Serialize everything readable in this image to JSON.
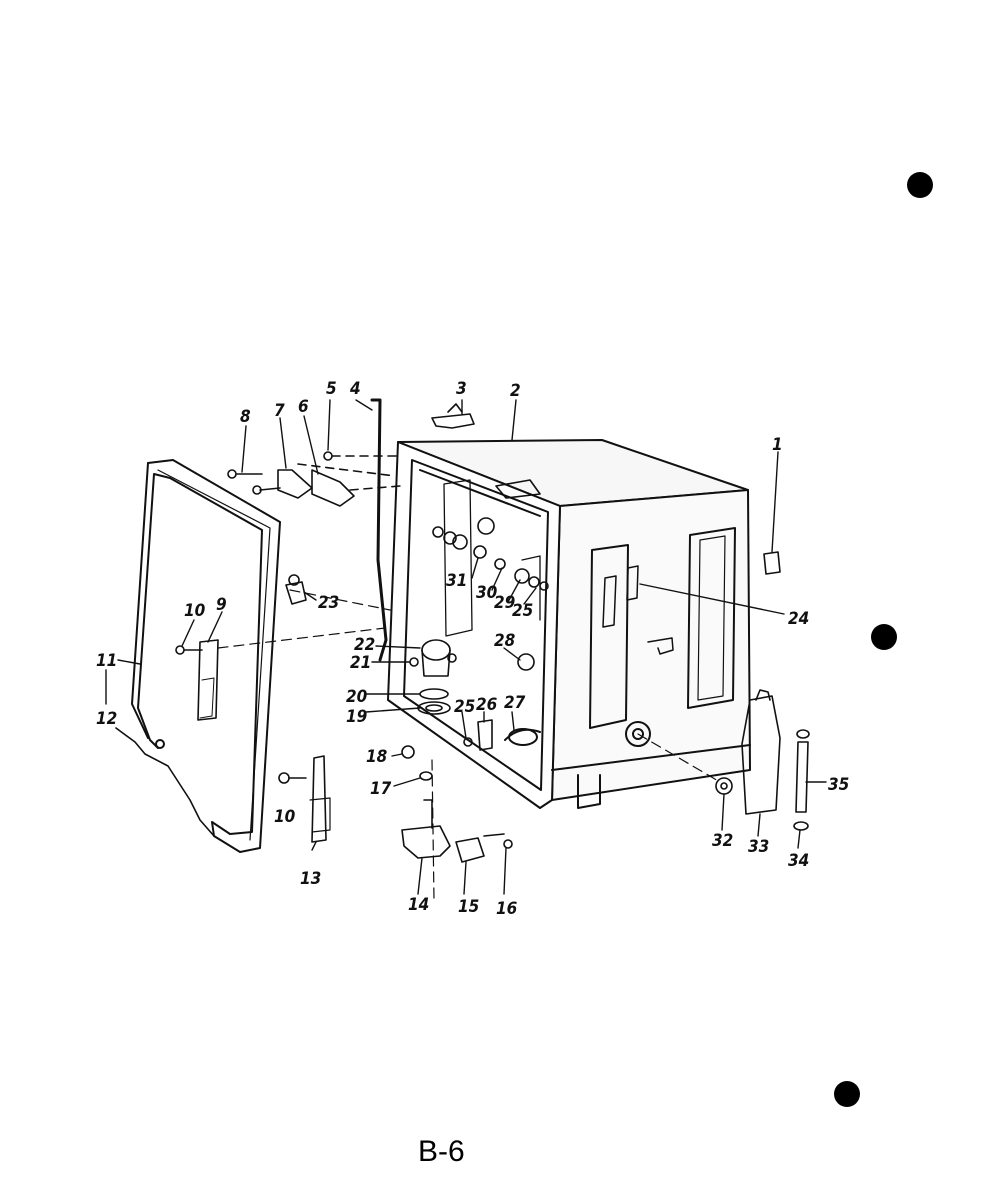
{
  "page": {
    "page_label": "B-6"
  },
  "callouts": [
    "1",
    "2",
    "3",
    "4",
    "5",
    "6",
    "7",
    "8",
    "9",
    "10",
    "10",
    "11",
    "12",
    "13",
    "14",
    "15",
    "16",
    "17",
    "18",
    "19",
    "20",
    "21",
    "22",
    "23",
    "24",
    "25",
    "25",
    "26",
    "27",
    "28",
    "29",
    "30",
    "31",
    "32",
    "33",
    "34",
    "35"
  ],
  "colors": {
    "ink": "#111111",
    "paper": "#ffffff",
    "cabinet_fill": "#f7f7f7"
  },
  "icons": {
    "registration_dot": "filled-circle"
  }
}
